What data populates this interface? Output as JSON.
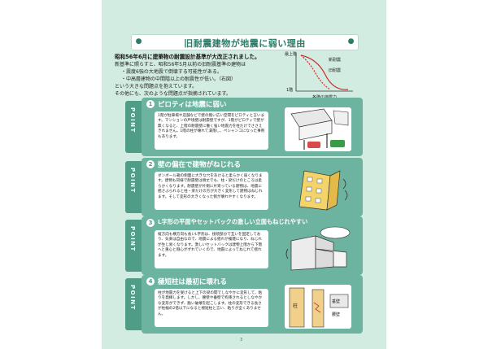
{
  "title": "旧耐震建物が地震に弱い理由",
  "intro": {
    "lead": "昭和56年6月に建築物の耐震設計基準が大改正されました。",
    "lines": [
      "新基準に照らすと、昭和56年5月以前の旧耐震基準の建物は",
      "・震度6強の大地震で倒壊する可能性がある。",
      "・中高層建物の中間階以上の耐震性が低い。（右図）",
      "という大きな問題点を抱えています。",
      "その他にも、次のような問題点が指摘されています。"
    ]
  },
  "graph": {
    "top_label": "最上階",
    "bottom_label": "1階",
    "x_label": "各階の地震力",
    "new_label": "新耐震",
    "old_label": "旧耐震",
    "colors": {
      "new": "#cc2a2a",
      "old": "#cc2a2a"
    }
  },
  "points": [
    {
      "tab": "POINT",
      "num": "1",
      "heading": "ピロティは地震に弱い",
      "body": "1階が駐車場や店舗などで壁の無い広い空間をピロティと言います。マンションの戸境壁は耐震壁ですが、1階がピロティで壁が無くなると、上階の耐震壁に働く強い地震力を柱だけでささえきれません。1階の柱が壊れて潰落し、ペシャンコになった事例もあります。"
    },
    {
      "tab": "POINT",
      "num": "2",
      "heading": "壁の偏在で建物がねじれる",
      "body": "ダンボール箱の側面に大きな穴をあけると柔らかく弱くなります。建物も同様で耐震壁は頑丈でも、柱・梁だけのところは柔らかくなります。耐震壁が片側に片寄っている建物は、地震に揺さぶられると柱・梁だけの方が大きく変形して建物はねじれます。そして変形の大きくなった側が壊れやすくなります。"
    },
    {
      "tab": "POINT",
      "num": "3",
      "heading": "L字形の平面やセットバックの激しい立面もねじれやすい",
      "body": "縦方向も横方向も長いL字形は、接続部分で互いを固定しており、気楽は自由なので、地震による揺れが複雑になり、ねじれが生じ易くなります。激しいセットバックは建物上階から下階へと重心と剛心がずれていくので、地震によってねじれて揺れます。"
    },
    {
      "tab": "POINT",
      "num": "4",
      "heading": "極短柱は最初に壊れる",
      "body": "柱が地震力を受けると上下の梁の間でしなやかに変形して、粘りを発揮します。しかし、腰壁や垂壁で拘束されるとしなやかな変形ができず、脆い破壊を起こします。柱の変形できる長さが柱幅の2倍以下になると極短柱と言い、粘りが全くありません。"
    }
  ],
  "art": {
    "p4_labels": [
      "腰壁",
      "垂壁",
      "柱"
    ]
  },
  "page_number": "3"
}
